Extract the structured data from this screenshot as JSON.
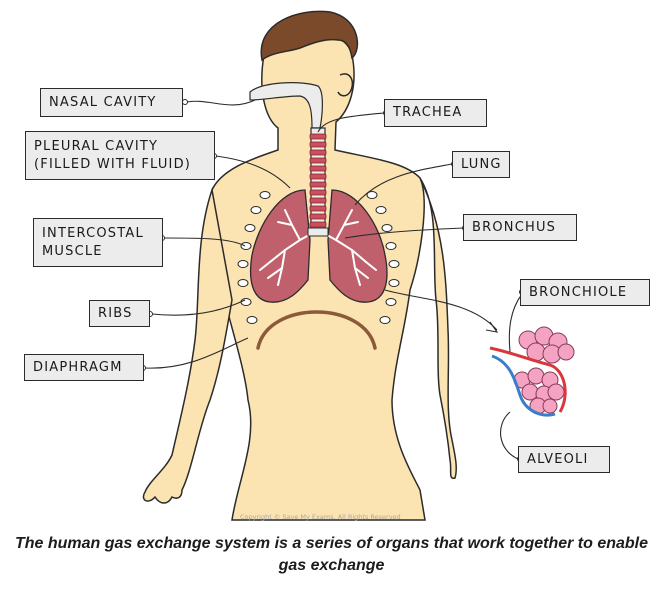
{
  "labels": {
    "nasal_cavity": "NASAL CAVITY",
    "trachea": "TRACHEA",
    "pleural_cavity_line1": "PLEURAL  CAVITY",
    "pleural_cavity_line2": "(FILLED WITH FLUID)",
    "lung": "LUNG",
    "intercostal_line1": "INTERCOSTAL",
    "intercostal_line2": "MUSCLE",
    "bronchus": "BRONCHUS",
    "bronchiole": "BRONCHIOLE",
    "ribs": "RIBS",
    "diaphragm": "DIAPHRAGM",
    "alveoli": "ALVEOLI"
  },
  "watermark": "Copyright © Save My Exams. All Rights Reserved",
  "caption": "The human gas exchange system is a series of organs that work together to enable gas exchange",
  "colors": {
    "skin": "#fce3b2",
    "hair": "#7b4a2b",
    "lung": "#c0606d",
    "trachea_ring": "#cc4f5a",
    "alveoli": "#f4a3c2",
    "artery": "#d9363e",
    "vein": "#3a7ec9",
    "label_bg": "#ececec"
  }
}
